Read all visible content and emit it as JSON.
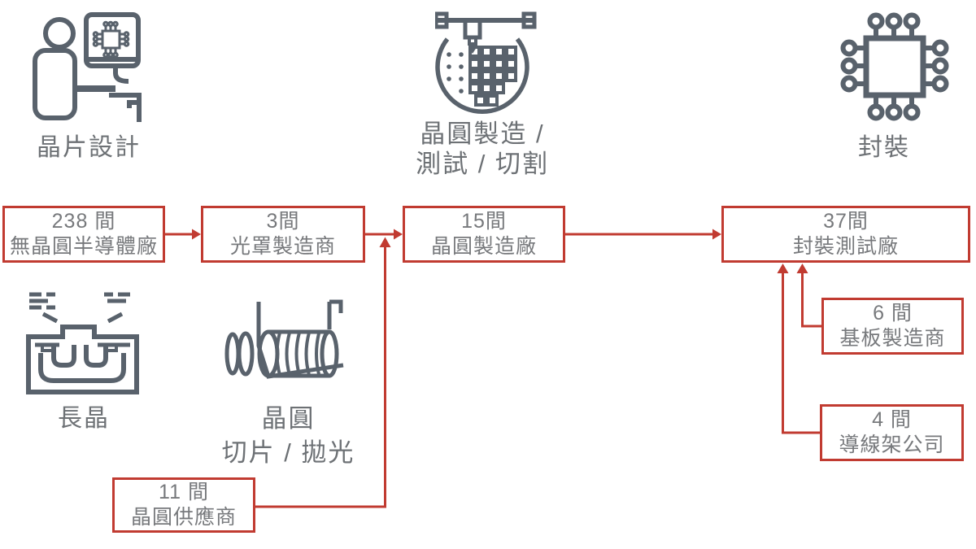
{
  "colors": {
    "background": "#ffffff",
    "accent_red": "#c13b31",
    "box_text_gray": "#77797c",
    "label_gray": "#6d7175",
    "icon_gray": "#59626c"
  },
  "stages": {
    "chip_design": {
      "icon": "designer-at-computer-icon",
      "label": "晶片設計"
    },
    "wafer_fab": {
      "icon": "wafer-dicing-icon",
      "label_line1": "晶圓製造 /",
      "label_line2": "測試 / 切割"
    },
    "packaging": {
      "icon": "chip-package-icon",
      "label": "封裝"
    },
    "crystal_growth": {
      "icon": "crystal-furnace-icon",
      "label": "長晶"
    },
    "wafer_slicing": {
      "icon": "ingot-slicing-icon",
      "label_line1": "晶圓",
      "label_line2": "切片 / 拋光"
    }
  },
  "flow_boxes": {
    "fabless": {
      "count": "238 間",
      "name": "無晶圓半導體廠"
    },
    "photomask": {
      "count": "3間",
      "name": "光罩製造商"
    },
    "wafer_fab": {
      "count": "15間",
      "name": "晶圓製造廠"
    },
    "packaging_test": {
      "count": "37間",
      "name": "封裝測試廠"
    },
    "wafer_supplier": {
      "count": "11 間",
      "name": "晶圓供應商"
    },
    "substrate": {
      "count": "6 間",
      "name": "基板製造商"
    },
    "leadframe": {
      "count": "4 間",
      "name": "導線架公司"
    }
  }
}
